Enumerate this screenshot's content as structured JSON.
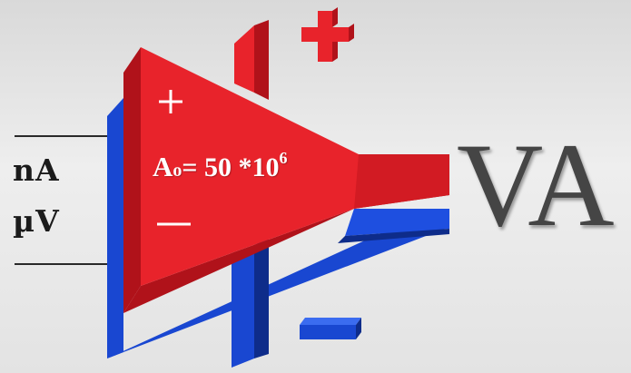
{
  "inputs": {
    "current_label": "nA",
    "voltage_label": "µV"
  },
  "opamp": {
    "plus_input_symbol": "+",
    "minus_input_symbol": "—",
    "gain_prefix": "A",
    "gain_prefix_sub": "o",
    "gain_value": "= 50 *10",
    "gain_exponent": "6"
  },
  "supply": {
    "positive_symbol": "+",
    "negative_symbol": "—"
  },
  "brand": {
    "text": "VA"
  },
  "colors": {
    "red": "#e8232b",
    "red_dark": "#b0121a",
    "blue": "#1947d1",
    "blue_dark": "#0e2c8a",
    "text": "#454545"
  }
}
